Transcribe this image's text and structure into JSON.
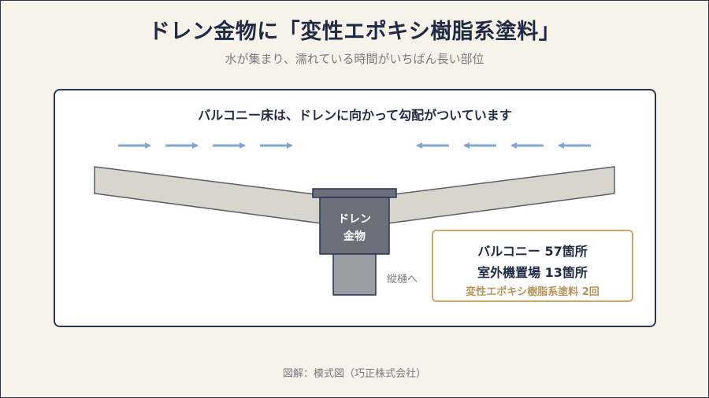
{
  "header": {
    "title": "ドレン金物に「変性エポキシ樹脂系塗料」",
    "subtitle": "水が集まり、濡れている時間がいちばん長い部位"
  },
  "diagram": {
    "heading": "バルコニー床は、ドレンに向かって勾配がついています",
    "drain_label_line1": "ドレン",
    "drain_label_line2": "金物",
    "pipe_label": "縦樋へ",
    "colors": {
      "floor": "#d8d5cc",
      "floor_stroke": "#5a5e66",
      "drain": "#6b6f7a",
      "pipe": "#9a9da4",
      "arrow": "#7ea6cf",
      "accent_gold": "#c9a86b"
    }
  },
  "info": {
    "line1": "バルコニー 57箇所",
    "line2": "室外機置場 13箇所",
    "line3": "変性エポキシ樹脂系塗料 2回"
  },
  "footer": {
    "caption": "図解：模式図（巧正株式会社）"
  }
}
